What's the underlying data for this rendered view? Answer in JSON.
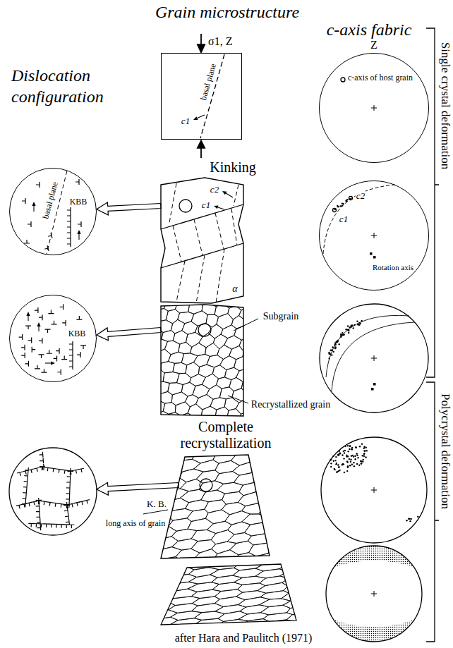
{
  "diagram": {
    "caption": "after Hara and Paulitch (1971)",
    "nodes": [
      {
        "text": [
          "basal plane",
          "c1"
        ]
      },
      {
        "text": [
          "c-axis of host grain"
        ]
      },
      {
        "text": [
          "basal plane",
          "KBB"
        ]
      },
      {
        "text": [
          "c2",
          "c1",
          "α"
        ]
      },
      {
        "text": [
          "c2",
          "c1",
          "Rotation axis"
        ]
      },
      {
        "text": [
          "KBB"
        ]
      },
      {
        "text": [
          "Subgrain",
          "Recrystallized grain"
        ]
      },
      {
        "text": [
          "K. B.",
          "long axis of grain"
        ]
      }
    ],
    "edges": [
      {
        "from": 3,
        "to": 2,
        "arrow": "to"
      },
      {
        "from": 6,
        "to": 5,
        "arrow": "to"
      }
    ],
    "labels": [
      "Grain microstructure",
      "Dislocation configuration",
      "c-axis fabric",
      "σ1, Z",
      "Z",
      "Single crystal deformation",
      "Kinking",
      "Complete recrystallization",
      "Polycrystal deformation"
    ]
  }
}
